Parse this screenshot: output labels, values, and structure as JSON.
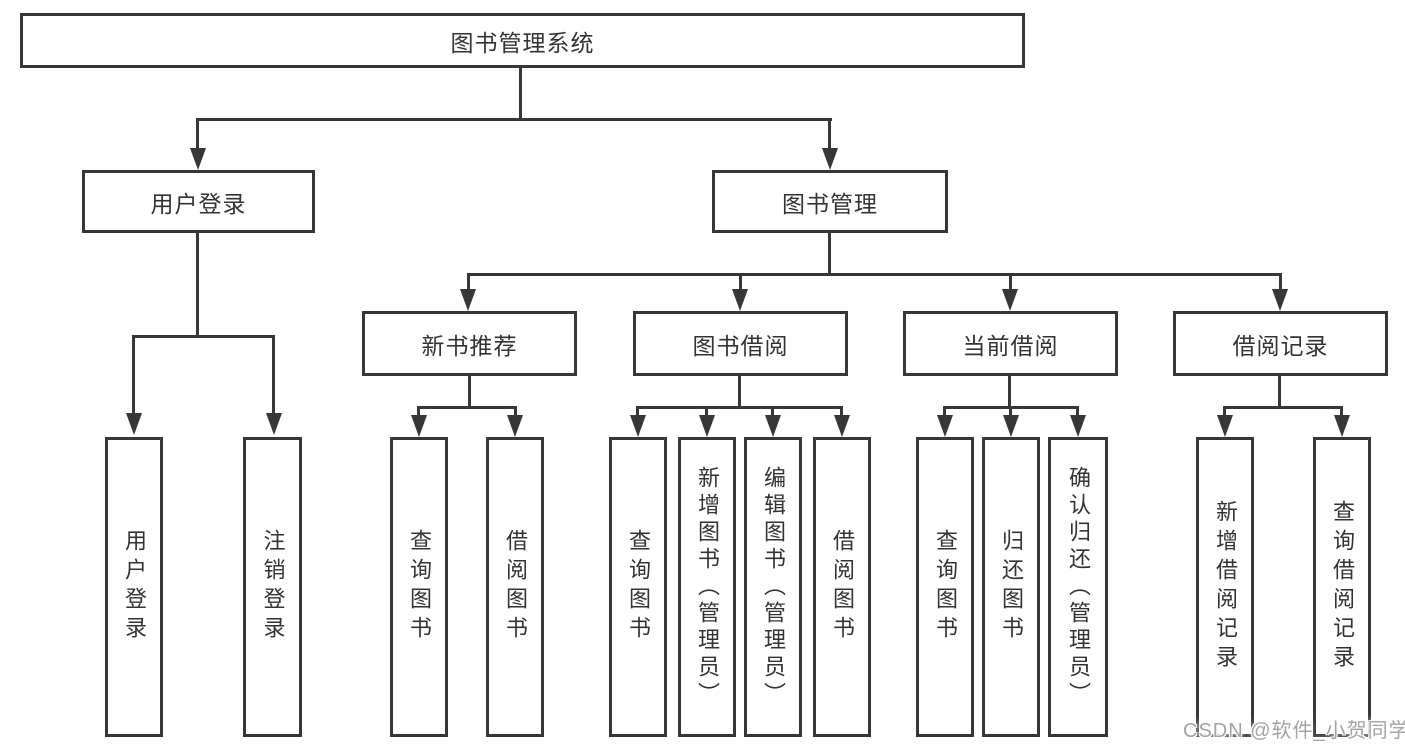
{
  "diagram": {
    "type": "tree",
    "title": "图书管理系统",
    "nodes": {
      "root": "图书管理系统",
      "user_login": "用户登录",
      "book_mgmt": "图书管理",
      "new_book_rec": "新书推荐",
      "book_borrow": "图书借阅",
      "current_borrow": "当前借阅",
      "borrow_record": "借阅记录",
      "leaf_user_login": "用户登录",
      "leaf_logout": "注销登录",
      "leaf_query_book_1": "查询图书",
      "leaf_borrow_book_1": "借阅图书",
      "leaf_query_book_2": "查询图书",
      "leaf_add_book": "新增图书（管理员）",
      "leaf_edit_book": "编辑图书（管理员）",
      "leaf_borrow_book_2": "借阅图书",
      "leaf_query_book_3": "查询图书",
      "leaf_return_book": "归还图书",
      "leaf_confirm_return": "确认归还（管理员）",
      "leaf_add_record": "新增借阅记录",
      "leaf_query_record": "查询借阅记录"
    },
    "edges": [
      [
        "图书管理系统",
        "用户登录"
      ],
      [
        "图书管理系统",
        "图书管理"
      ],
      [
        "用户登录",
        "用户登录(叶)"
      ],
      [
        "用户登录",
        "注销登录"
      ],
      [
        "图书管理",
        "新书推荐"
      ],
      [
        "图书管理",
        "图书借阅"
      ],
      [
        "图书管理",
        "当前借阅"
      ],
      [
        "图书管理",
        "借阅记录"
      ],
      [
        "新书推荐",
        "查询图书"
      ],
      [
        "新书推荐",
        "借阅图书"
      ],
      [
        "图书借阅",
        "查询图书"
      ],
      [
        "图书借阅",
        "新增图书（管理员）"
      ],
      [
        "图书借阅",
        "编辑图书（管理员）"
      ],
      [
        "图书借阅",
        "借阅图书"
      ],
      [
        "当前借阅",
        "查询图书"
      ],
      [
        "当前借阅",
        "归还图书"
      ],
      [
        "当前借阅",
        "确认归还（管理员）"
      ],
      [
        "借阅记录",
        "新增借阅记录"
      ],
      [
        "借阅记录",
        "查询借阅记录"
      ]
    ],
    "colors": {
      "line": "#373737",
      "text": "#333333",
      "background": "#ffffff"
    }
  },
  "watermark": {
    "text": "CSDN @软件_小贺同学"
  }
}
